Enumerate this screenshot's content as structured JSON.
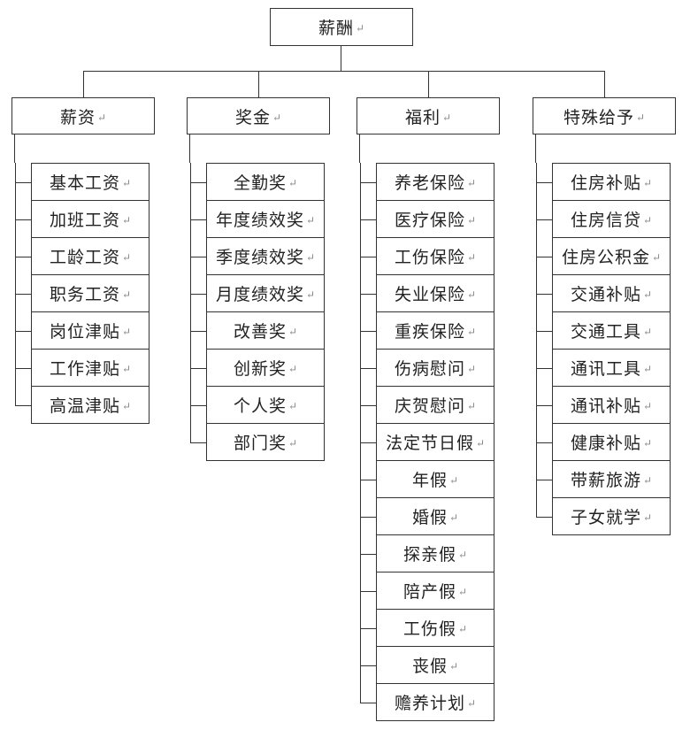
{
  "paragraph_mark": "↵",
  "root": {
    "label": "薪酬"
  },
  "columns": [
    {
      "label": "薪资",
      "items": [
        "基本工资",
        "加班工资",
        "工龄工资",
        "职务工资",
        "岗位津贴",
        "工作津贴",
        "高温津贴"
      ]
    },
    {
      "label": "奖金",
      "items": [
        "全勤奖",
        "年度绩效奖",
        "季度绩效奖",
        "月度绩效奖",
        "改善奖",
        "创新奖",
        "个人奖",
        "部门奖"
      ]
    },
    {
      "label": "福利",
      "items": [
        "养老保险",
        "医疗保险",
        "工伤保险",
        "失业保险",
        "重疾保险",
        "伤病慰问",
        "庆贺慰问",
        "法定节日假",
        "年假",
        "婚假",
        "探亲假",
        "陪产假",
        "工伤假",
        "丧假",
        "赡养计划"
      ]
    },
    {
      "label": "特殊给予",
      "items": [
        "住房补贴",
        "住房信贷",
        "住房公积金",
        "交通补贴",
        "交通工具",
        "通讯工具",
        "通讯补贴",
        "健康补贴",
        "带薪旅游",
        "子女就学"
      ]
    }
  ],
  "colors": {
    "line": "#333333",
    "text": "#222222",
    "paragraph_mark": "#8a8a8a",
    "background": "#ffffff"
  }
}
